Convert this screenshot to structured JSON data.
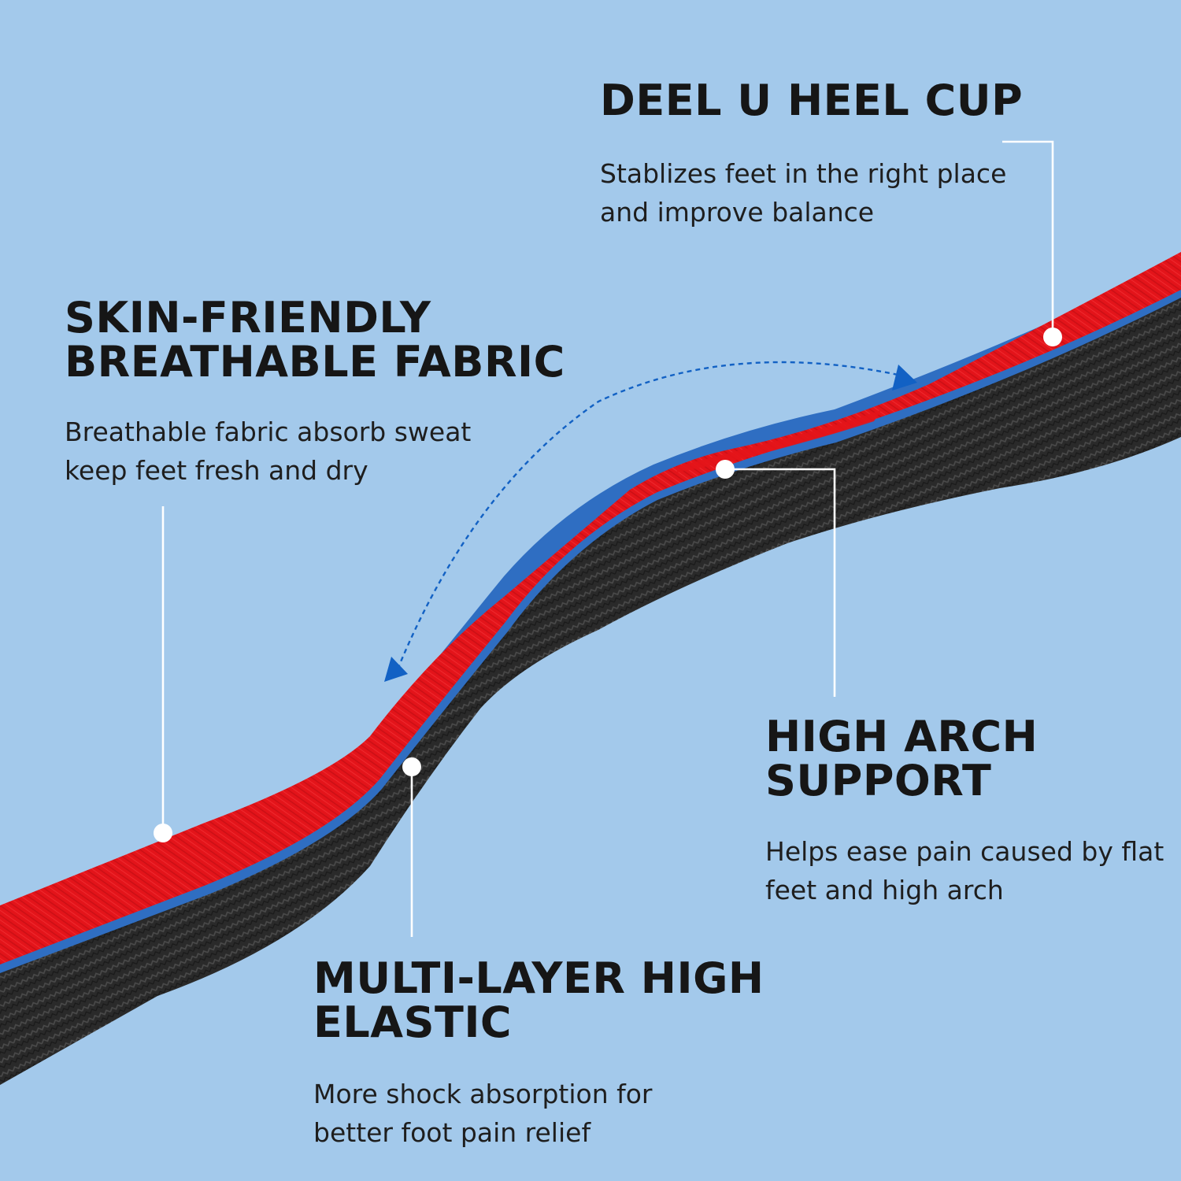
{
  "colors": {
    "background": "#a3c9eb",
    "fabric_red": "#e3141a",
    "foam_blue": "#2f6ec2",
    "base_black": "#2b2b2b",
    "callout_white": "#ffffff",
    "arrow_blue": "#1261c4"
  },
  "features": {
    "heel_cup": {
      "title_lines": [
        "DEEL U HEEL CUP"
      ],
      "desc_lines": [
        "Stablizes feet in the right place",
        "and improve balance"
      ]
    },
    "fabric": {
      "title_lines": [
        "SKIN-FRIENDLY",
        "BREATHABLE FABRIC"
      ],
      "desc_lines": [
        "Breathable fabric absorb sweat",
        "keep feet fresh and dry"
      ]
    },
    "arch": {
      "title_lines": [
        "HIGH ARCH",
        "SUPPORT"
      ],
      "desc_lines": [
        "Helps ease pain caused by flat",
        "feet and high arch"
      ]
    },
    "elastic": {
      "title_lines": [
        "MULTI-LAYER HIGH",
        "ELASTIC"
      ],
      "desc_lines": [
        "More shock absorption for",
        "better foot pain relief"
      ]
    }
  }
}
